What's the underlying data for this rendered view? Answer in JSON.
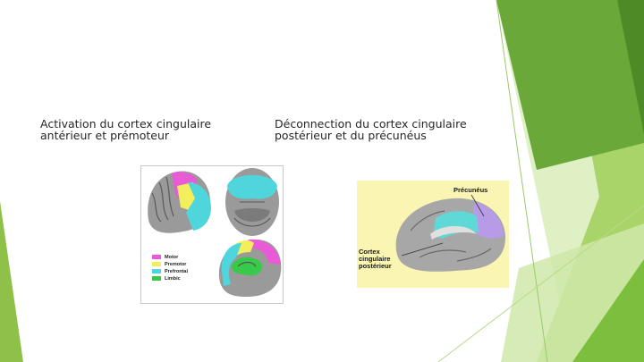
{
  "slide": {
    "caption_left": "Activation du cortex cingulaire\nantérieur et prémoteur",
    "caption_right": "Déconnection du cortex cingulaire\npostérieur et du précunéus"
  },
  "figure_left": {
    "legend": [
      {
        "label": "Motor",
        "color": "#e85ad6"
      },
      {
        "label": "Premotor",
        "color": "#f2ee5c"
      },
      {
        "label": "Prefrontal",
        "color": "#4fd6dd"
      },
      {
        "label": "Limbic",
        "color": "#39c94a"
      }
    ]
  },
  "figure_right": {
    "label_precuneus": "Précunéus",
    "label_cortex": "Cortex\ncingulaire\npostérieur",
    "colors": {
      "background": "#faf5b3",
      "precuneus": "#b89be6",
      "cingulate": "#5fd8d8"
    }
  },
  "theme": {
    "green_light": "#c5e39a",
    "green_mid": "#8fc14a",
    "green_dark": "#5c9a2d"
  }
}
